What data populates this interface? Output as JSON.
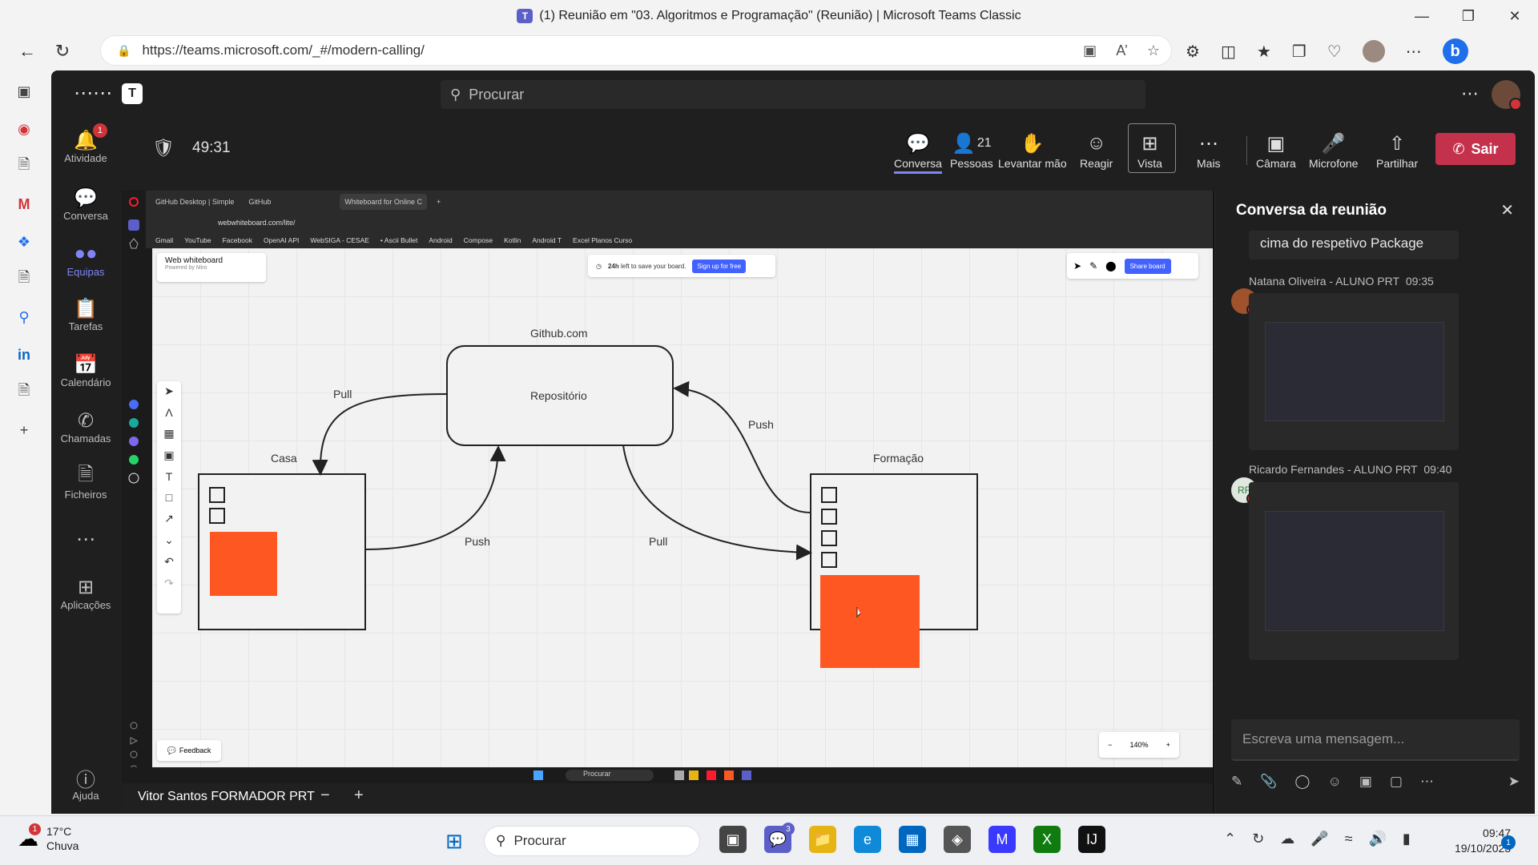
{
  "window": {
    "title": "(1) Reunião em \"03. Algoritmos e Programação\" (Reunião) | Microsoft Teams Classic"
  },
  "browser": {
    "url": "https://teams.microsoft.com/_#/modern-calling/"
  },
  "teams": {
    "search_placeholder": "Procurar",
    "rail": [
      {
        "label": "Atividade",
        "icon": "bell-icon",
        "badge": "1"
      },
      {
        "label": "Conversa",
        "icon": "chat-icon"
      },
      {
        "label": "Equipas",
        "icon": "teams-icon",
        "active": true
      },
      {
        "label": "Tarefas",
        "icon": "tasks-icon"
      },
      {
        "label": "Calendário",
        "icon": "calendar-icon"
      },
      {
        "label": "Chamadas",
        "icon": "phone-icon"
      },
      {
        "label": "Ficheiros",
        "icon": "file-icon"
      },
      {
        "label": "Aplicações",
        "icon": "apps-icon"
      },
      {
        "label": "Ajuda",
        "icon": "help-icon"
      }
    ]
  },
  "meeting": {
    "timer": "49:31",
    "buttons": {
      "conversa": "Conversa",
      "pessoas": "Pessoas",
      "pessoas_count": "21",
      "levantar": "Levantar mão",
      "reagir": "Reagir",
      "vista": "Vista",
      "mais": "Mais",
      "camara": "Câmara",
      "microfone": "Microfone",
      "partilhar": "Partilhar",
      "sair": "Sair"
    },
    "presenter": "Vitor Santos FORMADOR PRT"
  },
  "shared_screen": {
    "tabs": [
      "GitHub Desktop | Simple",
      "GitHub",
      "Whiteboard for Online C"
    ],
    "url": "webwhiteboard.com/lite/",
    "bookmarks": [
      "Gmail",
      "YouTube",
      "Facebook",
      "OpenAI API",
      "WebSIGA - CESAE",
      "• Ascii Bullet",
      "Android",
      "Compose",
      "Kotlin",
      "Android T",
      "Excel Planos Curso"
    ],
    "whiteboard": {
      "logo": "Web whiteboard",
      "logo_sub": "Powered by Miro",
      "save_text_bold": "24h",
      "save_text": "left to save your board.",
      "signup": "Sign up for free",
      "share": "Share board",
      "feedback": "Feedback",
      "zoom": "140%",
      "labels": {
        "github": "Github.com",
        "repo": "Repositório",
        "casa": "Casa",
        "formacao": "Formação",
        "pull_left": "Pull",
        "push_right": "Push",
        "push_bottom": "Push",
        "pull_bottom": "Pull"
      },
      "accent_color": "#ff5722"
    },
    "taskbar_search": "Procurar"
  },
  "chat": {
    "title": "Conversa da reunião",
    "previous_message": "cima do respetivo Package",
    "messages": [
      {
        "author": "Natana Oliveira - ALUNO PRT",
        "time": "09:35"
      },
      {
        "author": "Ricardo Fernandes - ALUNO PRT",
        "time": "09:40",
        "initials": "RF"
      }
    ],
    "input_placeholder": "Escreva uma mensagem..."
  },
  "windows_taskbar": {
    "temp": "17°C",
    "weather": "Chuva",
    "weather_badge": "1",
    "search": "Procurar",
    "teams_badge": "3",
    "time": "09:47",
    "date": "19/10/2023",
    "notifications": "1"
  }
}
